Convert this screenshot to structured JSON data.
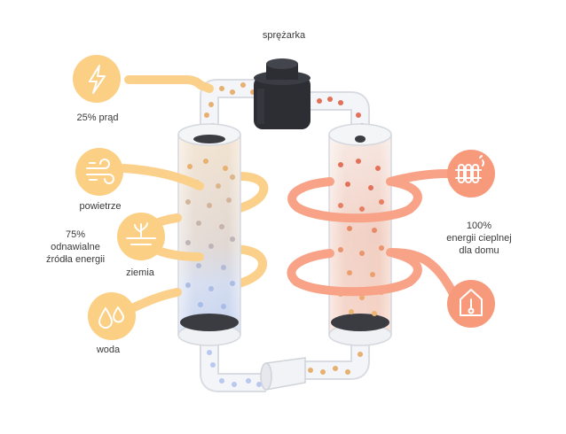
{
  "diagram": {
    "compressor_label": "sprężarka",
    "power_label": "25% prąd",
    "air_label": "powietrze",
    "renewable_label": "75%\nodnawialne\nźródła energii",
    "ground_label": "ziemia",
    "water_label": "woda",
    "output_label": "100%\nenergii cieplnej\ndla domu",
    "icons": {
      "power": "lightning-icon",
      "air": "wind-icon",
      "ground": "ground-icon",
      "water": "water-drops-icon",
      "heater": "radiator-icon",
      "home": "house-thermometer-icon"
    },
    "colors": {
      "input_pipe": "#fbd08a",
      "output_pipe": "#f8a287",
      "input_circle": "#fbcf84",
      "output_circle": "#f79a7c",
      "compressor": "#2c2e33",
      "cold_dots": "#b7c9ef",
      "warm_dots": "#e7b06f",
      "hot_dots": "#e4705a"
    }
  }
}
